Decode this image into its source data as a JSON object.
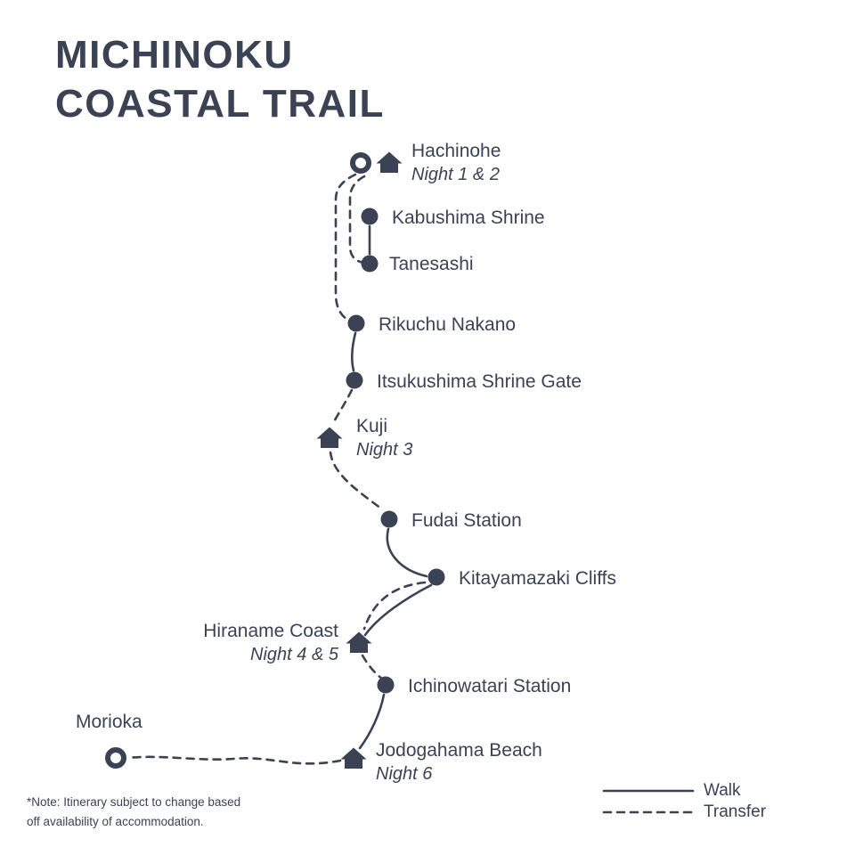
{
  "title": {
    "line1": "MICHINOKU",
    "line2": "COASTAL TRAIL"
  },
  "colors": {
    "ink": "#3b4254",
    "background": "#ffffff"
  },
  "stops": [
    {
      "name": "Hachinohe",
      "night": "Night 1 & 2",
      "marker": "start-circle-icon + house-icon"
    },
    {
      "name": "Kabushima Shrine",
      "marker": "dot-icon"
    },
    {
      "name": "Tanesashi",
      "marker": "dot-icon"
    },
    {
      "name": "Rikuchu Nakano",
      "marker": "dot-icon"
    },
    {
      "name": "Itsukushima Shrine Gate",
      "marker": "dot-icon"
    },
    {
      "name": "Kuji",
      "night": "Night 3",
      "marker": "house-icon"
    },
    {
      "name": "Fudai Station",
      "marker": "dot-icon"
    },
    {
      "name": "Kitayamazaki Cliffs",
      "marker": "dot-icon"
    },
    {
      "name": "Hiraname Coast",
      "night": "Night 4 & 5",
      "marker": "house-icon"
    },
    {
      "name": "Ichinowatari Station",
      "marker": "dot-icon"
    },
    {
      "name": "Jodogahama Beach",
      "night": "Night 6",
      "marker": "house-icon"
    },
    {
      "name": "Morioka",
      "marker": "end-circle-icon"
    }
  ],
  "legend": {
    "walk": "Walk",
    "transfer": "Transfer"
  },
  "note": {
    "line1": "*Note: Itinerary  subject to change based",
    "line2": "off availability of accommodation."
  }
}
